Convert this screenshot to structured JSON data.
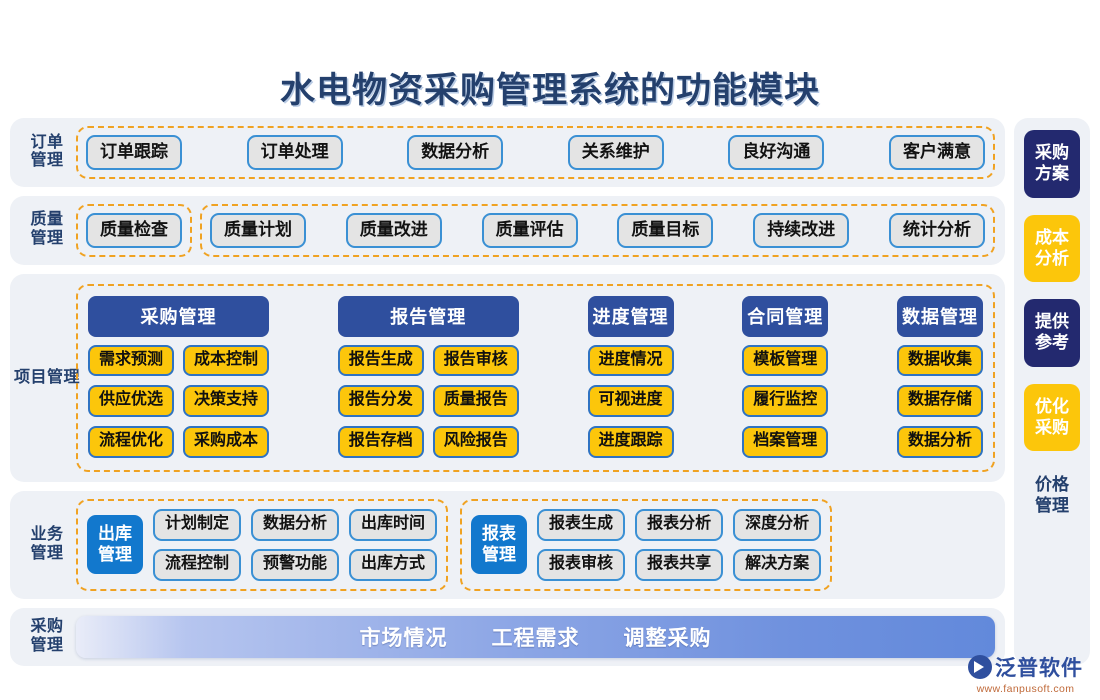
{
  "title": "水电物资采购管理系统的功能模块",
  "colors": {
    "navy": "#23296f",
    "header_blue": "#2f4f9e",
    "gold": "#fcc60b",
    "accent_blue": "#1278cd",
    "dashed_orange": "#f0a222",
    "panel_bg": "#eef1f6"
  },
  "rows": {
    "order": {
      "label": "订单\n管理",
      "label_lines": [
        "订单",
        "管理"
      ],
      "items": [
        "订单跟踪",
        "订单处理",
        "数据分析",
        "关系维护",
        "良好沟通",
        "客户满意"
      ]
    },
    "quality": {
      "label_lines": [
        "质量",
        "管理"
      ],
      "group_a": [
        "质量检查"
      ],
      "group_b": [
        "质量计划",
        "质量改进",
        "质量评估",
        "质量目标",
        "持续改进",
        "统计分析"
      ]
    },
    "project": {
      "label_lines": [
        "项",
        "目",
        "管",
        "理"
      ],
      "columns": [
        {
          "head": "采购管理",
          "subcols": [
            [
              "需求预测",
              "供应优选",
              "流程优化"
            ],
            [
              "成本控制",
              "决策支持",
              "采购成本"
            ]
          ]
        },
        {
          "head": "报告管理",
          "subcols": [
            [
              "报告生成",
              "报告分发",
              "报告存档"
            ],
            [
              "报告审核",
              "质量报告",
              "风险报告"
            ]
          ]
        },
        {
          "head": "进度管理",
          "subcols": [
            [
              "进度情况",
              "可视进度",
              "进度跟踪"
            ]
          ]
        },
        {
          "head": "合同管理",
          "subcols": [
            [
              "模板管理",
              "履行监控",
              "档案管理"
            ]
          ]
        },
        {
          "head": "数据管理",
          "subcols": [
            [
              "数据收集",
              "数据存储",
              "数据分析"
            ]
          ]
        }
      ]
    },
    "business": {
      "label_lines": [
        "业务",
        "管理"
      ],
      "groups": [
        {
          "key_lines": [
            "出库",
            "管理"
          ],
          "items": [
            "计划制定",
            "数据分析",
            "出库时间",
            "流程控制",
            "预警功能",
            "出库方式"
          ]
        },
        {
          "key_lines": [
            "报表",
            "管理"
          ],
          "items": [
            "报表生成",
            "报表分析",
            "深度分析",
            "报表审核",
            "报表共享",
            "解决方案"
          ]
        }
      ]
    },
    "purchase": {
      "label_lines": [
        "采购",
        "管理"
      ],
      "bar_items": [
        "市场情况",
        "工程需求",
        "调整采购"
      ]
    }
  },
  "sidebar": {
    "items": [
      {
        "lines": [
          "采购",
          "方案"
        ],
        "style": "navy"
      },
      {
        "lines": [
          "成本",
          "分析"
        ],
        "style": "gold"
      },
      {
        "lines": [
          "提供",
          "参考"
        ],
        "style": "navy"
      },
      {
        "lines": [
          "优化",
          "采购"
        ],
        "style": "gold"
      },
      {
        "lines": [
          "价格",
          "管理"
        ],
        "style": "plain"
      }
    ]
  },
  "logo": {
    "name": "泛普软件",
    "url": "www.fanpusoft.com"
  }
}
